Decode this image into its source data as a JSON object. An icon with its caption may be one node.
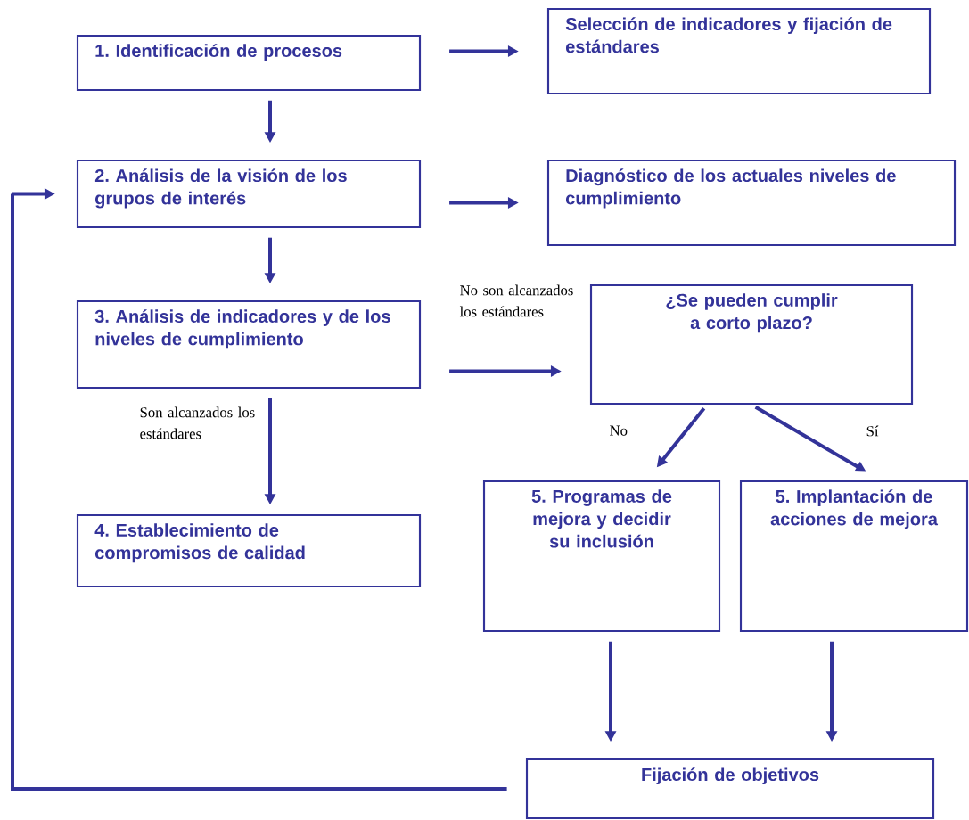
{
  "diagram": {
    "nodes": [
      {
        "text": [
          "1. Identificación de procesos"
        ]
      },
      {
        "text": [
          "Selección de indicadores y fijación de estándares"
        ]
      },
      {
        "text": [
          "2. Análisis de la visión de los grupos de interés"
        ]
      },
      {
        "text": [
          "Diagnóstico de los actuales niveles de cumplimiento"
        ]
      },
      {
        "text": [
          "3. Análisis de indicadores y de los niveles de cumplimiento"
        ]
      },
      {
        "text": [
          "¿Se pueden cumplir a corto plazo?"
        ]
      },
      {
        "text": [
          "4. Establecimiento de compromisos de calidad"
        ]
      },
      {
        "text": [
          "5. Programas de mejora y decidir su inclusión"
        ]
      },
      {
        "text": [
          "5. Implantación de acciones de mejora"
        ]
      },
      {
        "text": [
          "Fijación de objetivos"
        ]
      }
    ],
    "edges": [
      {
        "from": 0,
        "to": 1,
        "arrow": "to"
      },
      {
        "from": 0,
        "to": 2,
        "arrow": "to"
      },
      {
        "from": 2,
        "to": 3,
        "arrow": "to"
      },
      {
        "from": 2,
        "to": 4,
        "arrow": "to"
      },
      {
        "from": 4,
        "to": 5,
        "arrow": "to",
        "label": "No son alcanzados los estándares"
      },
      {
        "from": 4,
        "to": 6,
        "arrow": "to",
        "label": "Son alcanzados los estándares"
      },
      {
        "from": 5,
        "to": 7,
        "arrow": "to",
        "label": "No"
      },
      {
        "from": 5,
        "to": 8,
        "arrow": "to",
        "label": "Sí"
      },
      {
        "from": 7,
        "to": 9,
        "arrow": "to"
      },
      {
        "from": 8,
        "to": 9,
        "arrow": "to"
      },
      {
        "from": 9,
        "to": 2,
        "arrow": "to"
      }
    ]
  }
}
